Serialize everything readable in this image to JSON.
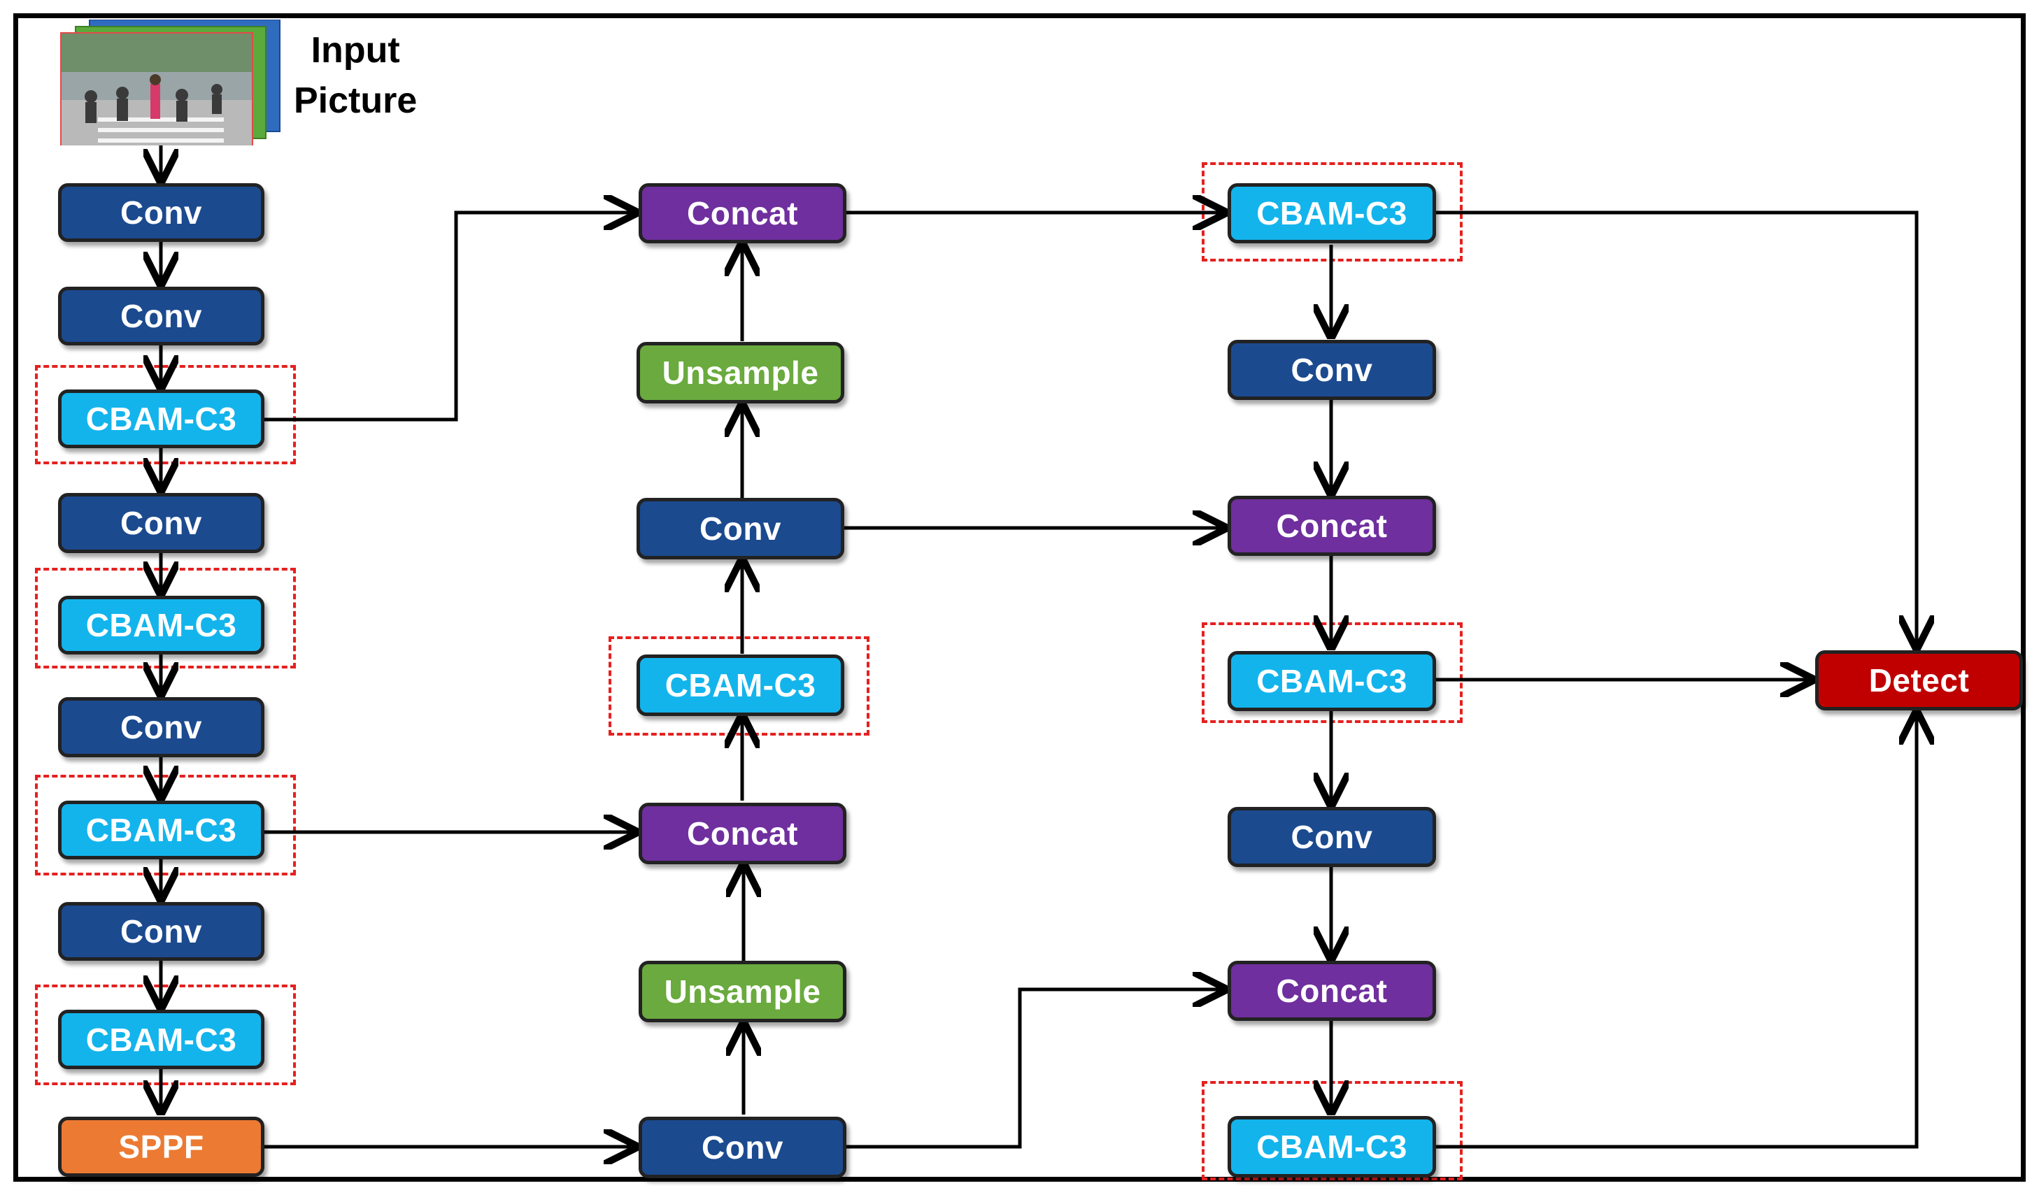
{
  "input": {
    "label_line1": "Input",
    "label_line2": "Picture"
  },
  "colors": {
    "conv": "#1b4a8f",
    "cbam": "#13b4ec",
    "concat": "#6f2f9e",
    "upsample": "#6aaa3e",
    "sppf": "#ec7a32",
    "detect": "#c00000",
    "highlight_box": "#e5201f",
    "arrow": "#000000"
  },
  "nodes": [
    {
      "id": "b1",
      "label": "Conv",
      "type": "conv"
    },
    {
      "id": "b2",
      "label": "Conv",
      "type": "conv"
    },
    {
      "id": "b3",
      "label": "CBAM-C3",
      "type": "cbam"
    },
    {
      "id": "b4",
      "label": "Conv",
      "type": "conv"
    },
    {
      "id": "b5",
      "label": "CBAM-C3",
      "type": "cbam"
    },
    {
      "id": "b6",
      "label": "Conv",
      "type": "conv"
    },
    {
      "id": "b7",
      "label": "CBAM-C3",
      "type": "cbam"
    },
    {
      "id": "b8",
      "label": "Conv",
      "type": "conv"
    },
    {
      "id": "b9",
      "label": "CBAM-C3",
      "type": "cbam"
    },
    {
      "id": "b10",
      "label": "SPPF",
      "type": "sppf"
    },
    {
      "id": "n1",
      "label": "Concat",
      "type": "concat"
    },
    {
      "id": "n2",
      "label": "Unsample",
      "type": "upsample"
    },
    {
      "id": "n3",
      "label": "Conv",
      "type": "conv"
    },
    {
      "id": "n4",
      "label": "CBAM-C3",
      "type": "cbam"
    },
    {
      "id": "n5",
      "label": "Concat",
      "type": "concat"
    },
    {
      "id": "n6",
      "label": "Unsample",
      "type": "upsample"
    },
    {
      "id": "n7",
      "label": "Conv",
      "type": "conv"
    },
    {
      "id": "h1",
      "label": "CBAM-C3",
      "type": "cbam"
    },
    {
      "id": "h2",
      "label": "Conv",
      "type": "conv"
    },
    {
      "id": "h3",
      "label": "Concat",
      "type": "concat"
    },
    {
      "id": "h4",
      "label": "CBAM-C3",
      "type": "cbam"
    },
    {
      "id": "h5",
      "label": "Conv",
      "type": "conv"
    },
    {
      "id": "h6",
      "label": "Concat",
      "type": "concat"
    },
    {
      "id": "h7",
      "label": "CBAM-C3",
      "type": "cbam"
    },
    {
      "id": "d1",
      "label": "Detect",
      "type": "detect"
    }
  ],
  "edges": [
    [
      "input",
      "b1"
    ],
    [
      "b1",
      "b2"
    ],
    [
      "b2",
      "b3"
    ],
    [
      "b3",
      "b4"
    ],
    [
      "b4",
      "b5"
    ],
    [
      "b5",
      "b6"
    ],
    [
      "b6",
      "b7"
    ],
    [
      "b7",
      "b8"
    ],
    [
      "b8",
      "b9"
    ],
    [
      "b9",
      "b10"
    ],
    [
      "b3",
      "n1"
    ],
    [
      "b7",
      "n5"
    ],
    [
      "b10",
      "n7"
    ],
    [
      "n7",
      "n6"
    ],
    [
      "n6",
      "n5"
    ],
    [
      "n5",
      "n4"
    ],
    [
      "n4",
      "n3"
    ],
    [
      "n3",
      "n2"
    ],
    [
      "n2",
      "n1"
    ],
    [
      "n1",
      "h1"
    ],
    [
      "n3",
      "h3"
    ],
    [
      "n7",
      "h6"
    ],
    [
      "h1",
      "h2"
    ],
    [
      "h2",
      "h3"
    ],
    [
      "h3",
      "h4"
    ],
    [
      "h4",
      "h5"
    ],
    [
      "h5",
      "h6"
    ],
    [
      "h6",
      "h7"
    ],
    [
      "h1",
      "d1"
    ],
    [
      "h4",
      "d1"
    ],
    [
      "h7",
      "d1"
    ]
  ]
}
